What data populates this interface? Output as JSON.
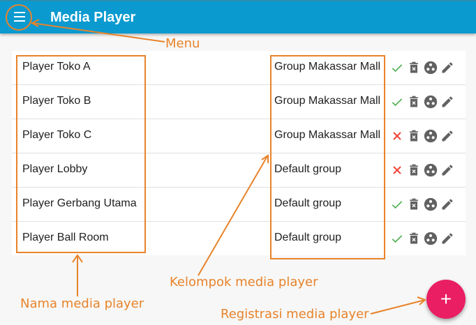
{
  "appbar": {
    "title": "Media Player",
    "menu_icon": "hamburger-menu-icon"
  },
  "players": [
    {
      "name": "Player Toko A",
      "group": "Group Makassar Mall",
      "status": "online"
    },
    {
      "name": "Player Toko B",
      "group": "Group Makassar Mall",
      "status": "online"
    },
    {
      "name": "Player Toko C",
      "group": "Group Makassar Mall",
      "status": "offline"
    },
    {
      "name": "Player Lobby",
      "group": "Default group",
      "status": "offline"
    },
    {
      "name": "Player Gerbang Utama",
      "group": "Default group",
      "status": "online"
    },
    {
      "name": "Player Ball Room",
      "group": "Default group",
      "status": "online"
    }
  ],
  "row_actions": [
    "status-icon",
    "delete-icon",
    "group-icon",
    "edit-icon"
  ],
  "fab": {
    "label": "+"
  },
  "annotations": {
    "menu": "Menu",
    "name": "Nama media player",
    "group": "Kelompok media player",
    "register": "Registrasi media player"
  },
  "colors": {
    "appbar": "#0a9ad0",
    "fab": "#e91e63",
    "annotation": "#e8832a",
    "check": "#4caf50",
    "cross": "#f44336",
    "icon": "#616161"
  }
}
